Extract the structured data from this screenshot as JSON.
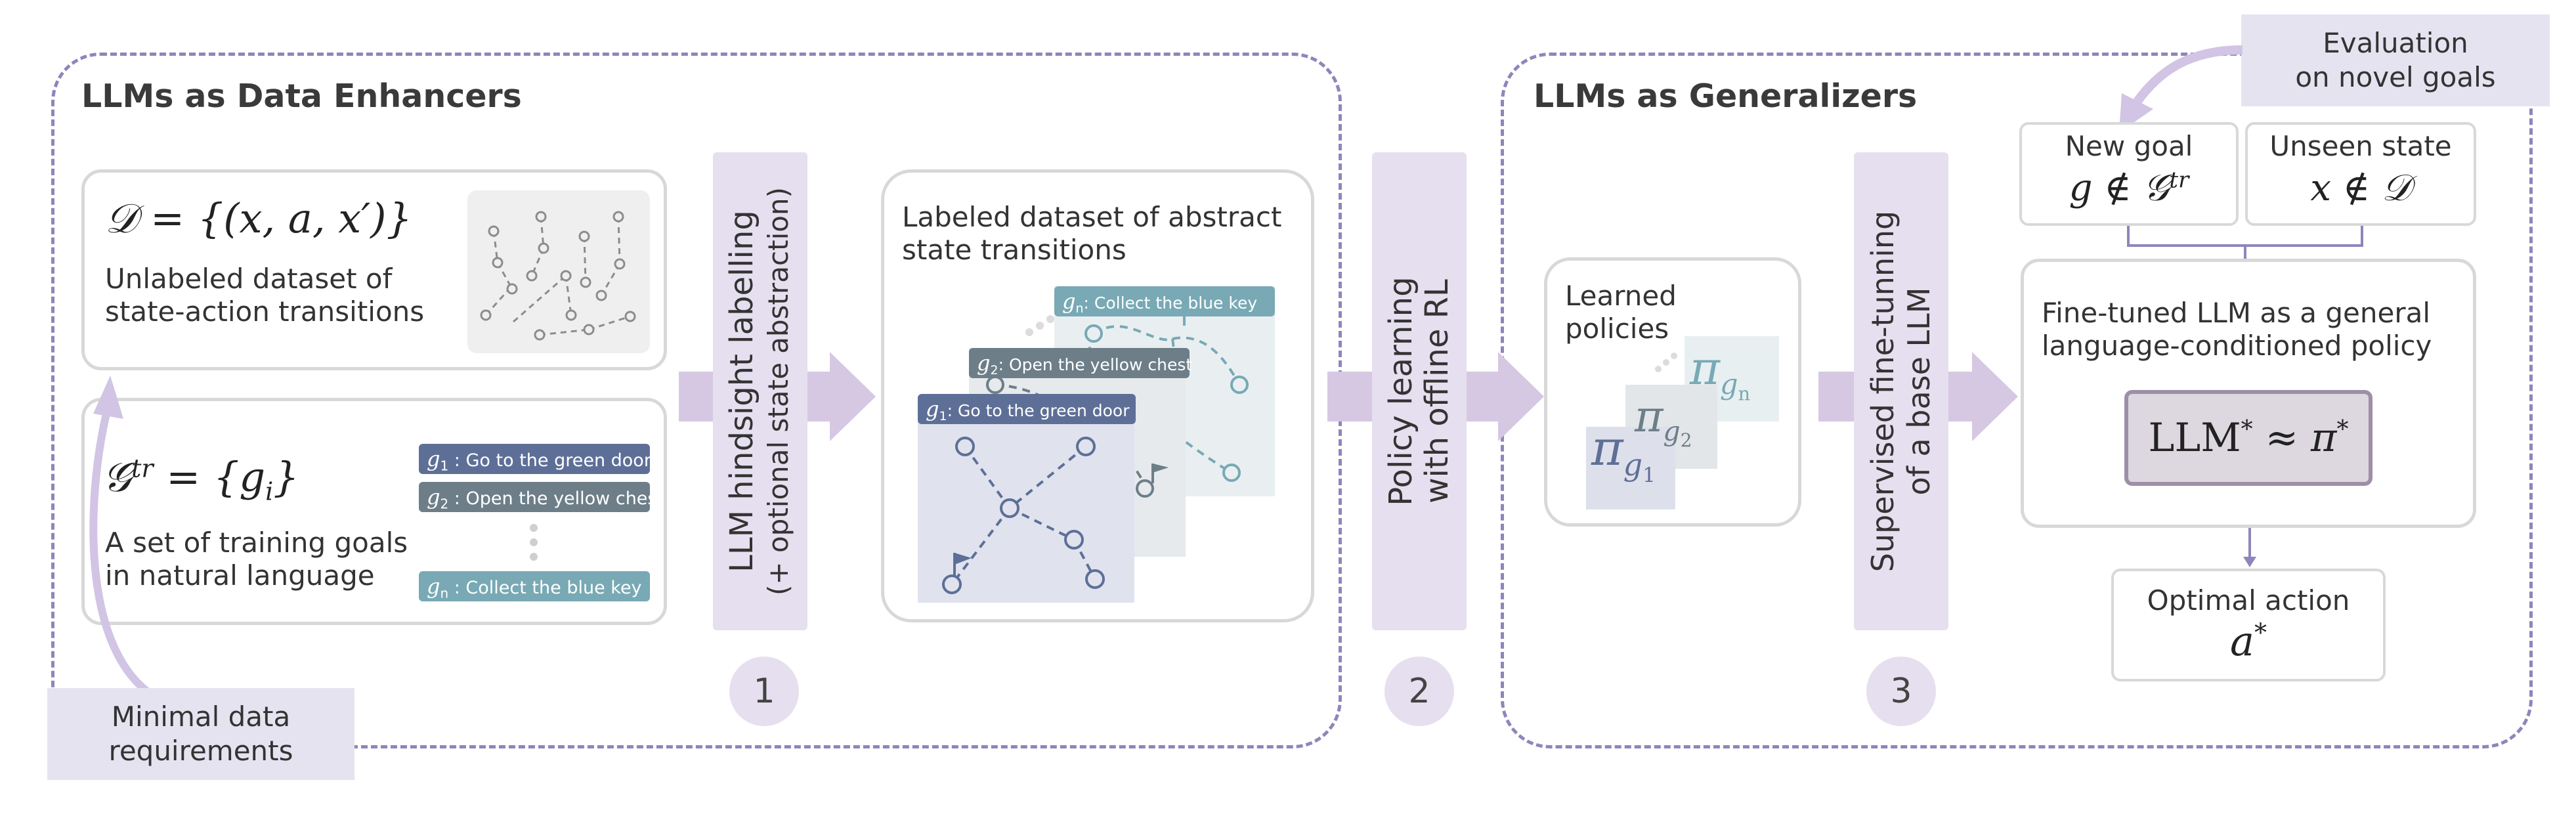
{
  "sections": {
    "enhancers_title": "LLMs as Data Enhancers",
    "generalizers_title": "LLMs as Generalizers"
  },
  "dataset": {
    "formula": "𝒟 = {(x, a, x′)}",
    "caption_line1": "Unlabeled dataset of",
    "caption_line2": "state-action transitions"
  },
  "goals": {
    "formula_lhs": "𝒢",
    "formula_sup": "tr",
    "formula_rhs": " = {g",
    "formula_sub": "i",
    "formula_close": "}",
    "caption_line1": "A set of training goals",
    "caption_line2": "in natural language",
    "chips": [
      {
        "sym": "g",
        "sub": "1",
        "label": " : Go to the green door",
        "color": "#5e6f97"
      },
      {
        "sym": "g",
        "sub": "2",
        "label": " : Open the yellow chest",
        "color": "#6d7e88"
      },
      {
        "sym": "g",
        "sub": "n",
        "label": " : Collect the blue key",
        "color": "#78a9b5"
      }
    ]
  },
  "step1": {
    "label_line1": "LLM hindsight labelling",
    "label_line2": "(+ optional state abstraction)",
    "number": "1"
  },
  "labeled": {
    "caption_line1": "Labeled dataset of abstract",
    "caption_line2": "state transitions",
    "cards": [
      {
        "sym": "g",
        "sub": "n",
        "label": ": Collect the blue key",
        "color": "#78a9b5"
      },
      {
        "sym": "g",
        "sub": "2",
        "label": ": Open the yellow chest",
        "color": "#6d7e88"
      },
      {
        "sym": "g",
        "sub": "1",
        "label": ": Go to the green door",
        "color": "#5e6f97"
      }
    ]
  },
  "step2": {
    "label_line1": "Policy learning",
    "label_line2": "with offline RL",
    "number": "2"
  },
  "policies": {
    "caption_line1": "Learned",
    "caption_line2": "policies",
    "symbols": [
      {
        "pi": "π",
        "sub": "g",
        "subsub": "1",
        "color": "#5e6f97"
      },
      {
        "pi": "π",
        "sub": "g",
        "subsub": "2",
        "color": "#6d7e88"
      },
      {
        "pi": "π",
        "sub": "g",
        "subsub": "n",
        "color": "#78a9b5"
      }
    ]
  },
  "step3": {
    "label_line1": "Supervised fine-tunning",
    "label_line2": "of a base LLM",
    "number": "3"
  },
  "evaluation": {
    "label_line1": "Evaluation",
    "label_line2": "on novel goals"
  },
  "new_goal": {
    "title": "New goal",
    "formula": "g ∉ 𝒢",
    "formula_sup": "tr"
  },
  "unseen_state": {
    "title": "Unseen state",
    "formula": "x ∉ 𝒟"
  },
  "finetuned": {
    "line1": "Fine-tuned LLM as a general",
    "line2": "language-conditioned policy",
    "box_text": "LLM",
    "box_sup": "*",
    "box_rest": " ≈ π",
    "box_sup2": "*"
  },
  "optimal": {
    "title": "Optimal action",
    "formula": "a",
    "formula_sup": "*"
  },
  "minimal": {
    "line1": "Minimal data",
    "line2": "requirements"
  },
  "colors": {
    "dashed_border": "#8f85bb",
    "pillar": "#e6dfef",
    "arrow": "#d6c8e2",
    "node_dark": "#5e6f97",
    "node_mid": "#6d7e88",
    "node_light": "#78a9b5"
  }
}
